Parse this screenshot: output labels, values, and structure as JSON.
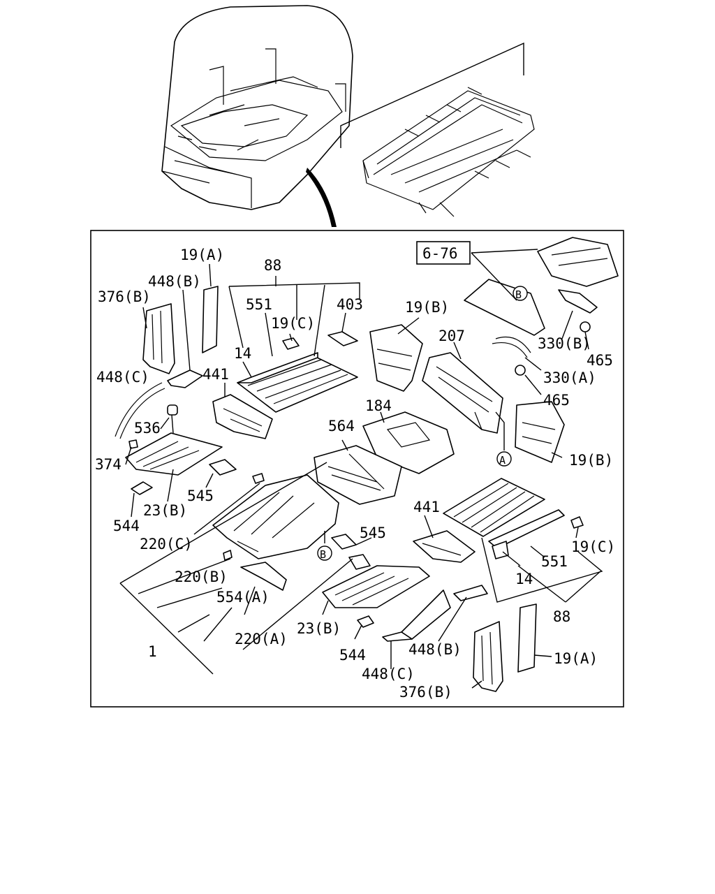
{
  "diagram": {
    "ref_box": "6-76",
    "circle_markers": [
      "B",
      "A",
      "B"
    ],
    "labels": [
      "19(A)",
      "88",
      "448(B)",
      "376(B)",
      "551",
      "19(C)",
      "403",
      "19(B)",
      "14",
      "441",
      "448(C)",
      "536",
      "374",
      "23(B)",
      "545",
      "544",
      "220(C)",
      "207",
      "184",
      "564",
      "330(B)",
      "465",
      "330(A)",
      "465",
      "19(B)",
      "441",
      "545",
      "19(C)",
      "551",
      "14",
      "88",
      "220(B)",
      "554(A)",
      "23(B)",
      "544",
      "448(B)",
      "19(A)",
      "448(C)",
      "376(B)",
      "220(A)",
      "1"
    ]
  }
}
